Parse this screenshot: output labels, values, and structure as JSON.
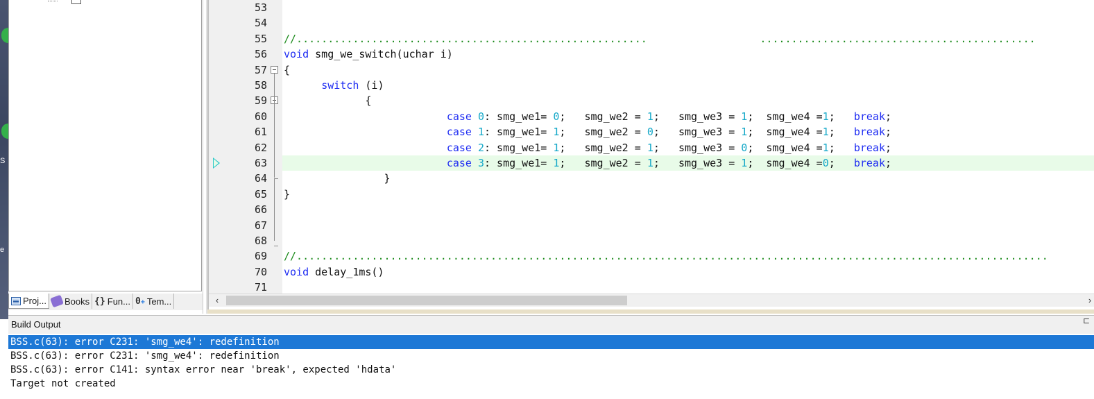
{
  "editor": {
    "lines": [
      {
        "n": "53",
        "html": []
      },
      {
        "n": "54",
        "html": []
      },
      {
        "n": "55",
        "html": [
          [
            "cmt",
            "//........................................................                  ............................................"
          ]
        ]
      },
      {
        "n": "56",
        "html": [
          [
            "kw",
            "void"
          ],
          [
            "txt",
            " smg_we_switch(uchar i)"
          ]
        ]
      },
      {
        "n": "57",
        "html": [
          [
            "txt",
            "{"
          ]
        ]
      },
      {
        "n": "58",
        "html": [
          [
            "txt",
            "      "
          ],
          [
            "kw",
            "switch"
          ],
          [
            "txt",
            " (i)"
          ]
        ]
      },
      {
        "n": "59",
        "html": [
          [
            "txt",
            "             {"
          ]
        ]
      },
      {
        "n": "60",
        "html": [
          [
            "txt",
            "                          "
          ],
          [
            "kw",
            "case"
          ],
          [
            "txt",
            " "
          ],
          [
            "num",
            "0"
          ],
          [
            "txt",
            ": smg_we1= "
          ],
          [
            "num",
            "0"
          ],
          [
            "txt",
            ";   smg_we2 = "
          ],
          [
            "num",
            "1"
          ],
          [
            "txt",
            ";   smg_we3 = "
          ],
          [
            "num",
            "1"
          ],
          [
            "txt",
            ";  smg_we4 ="
          ],
          [
            "num",
            "1"
          ],
          [
            "txt",
            ";   "
          ],
          [
            "kw",
            "break"
          ],
          [
            "txt",
            ";"
          ]
        ]
      },
      {
        "n": "61",
        "html": [
          [
            "txt",
            "                          "
          ],
          [
            "kw",
            "case"
          ],
          [
            "txt",
            " "
          ],
          [
            "num",
            "1"
          ],
          [
            "txt",
            ": smg_we1= "
          ],
          [
            "num",
            "1"
          ],
          [
            "txt",
            ";   smg_we2 = "
          ],
          [
            "num",
            "0"
          ],
          [
            "txt",
            ";   smg_we3 = "
          ],
          [
            "num",
            "1"
          ],
          [
            "txt",
            ";  smg_we4 ="
          ],
          [
            "num",
            "1"
          ],
          [
            "txt",
            ";   "
          ],
          [
            "kw",
            "break"
          ],
          [
            "txt",
            ";"
          ]
        ]
      },
      {
        "n": "62",
        "html": [
          [
            "txt",
            "                          "
          ],
          [
            "kw",
            "case"
          ],
          [
            "txt",
            " "
          ],
          [
            "num",
            "2"
          ],
          [
            "txt",
            ": smg_we1= "
          ],
          [
            "num",
            "1"
          ],
          [
            "txt",
            ";   smg_we2 = "
          ],
          [
            "num",
            "1"
          ],
          [
            "txt",
            ";   smg_we3 = "
          ],
          [
            "num",
            "0"
          ],
          [
            "txt",
            ";  smg_we4 ="
          ],
          [
            "num",
            "1"
          ],
          [
            "txt",
            ";   "
          ],
          [
            "kw",
            "break"
          ],
          [
            "txt",
            ";"
          ]
        ]
      },
      {
        "n": "63",
        "html": [
          [
            "txt",
            "                          "
          ],
          [
            "kw",
            "case"
          ],
          [
            "txt",
            " "
          ],
          [
            "num",
            "3"
          ],
          [
            "txt",
            ": smg_we1= "
          ],
          [
            "num",
            "1"
          ],
          [
            "txt",
            ";   smg_we2 = "
          ],
          [
            "num",
            "1"
          ],
          [
            "txt",
            ";   smg_we3 = "
          ],
          [
            "num",
            "1"
          ],
          [
            "txt",
            ";  smg_we4 ="
          ],
          [
            "num",
            "0"
          ],
          [
            "txt",
            ";   "
          ],
          [
            "kw",
            "break"
          ],
          [
            "txt",
            ";"
          ]
        ]
      },
      {
        "n": "64",
        "html": [
          [
            "txt",
            "                }"
          ]
        ]
      },
      {
        "n": "65",
        "html": [
          [
            "txt",
            "}"
          ]
        ]
      },
      {
        "n": "66",
        "html": []
      },
      {
        "n": "67",
        "html": []
      },
      {
        "n": "68",
        "html": []
      },
      {
        "n": "69",
        "html": [
          [
            "cmt",
            "//........................................................................................................................"
          ]
        ]
      },
      {
        "n": "70",
        "html": [
          [
            "kw",
            "void"
          ],
          [
            "txt",
            " delay_1ms()"
          ]
        ]
      },
      {
        "n": "71",
        "html": []
      }
    ],
    "current_line": "63"
  },
  "project_tabs": [
    {
      "label": "Proj...",
      "icon": "project-icon"
    },
    {
      "label": "Books",
      "icon": "books-icon"
    },
    {
      "label": "Fun...",
      "icon": "functions-icon"
    },
    {
      "label": "Tem...",
      "icon": "templates-icon"
    }
  ],
  "build_output": {
    "title": "Build Output",
    "lines": [
      "BSS.c(63): error C231: 'smg_we4': redefinition",
      "BSS.c(63): error C231: 'smg_we4': redefinition",
      "BSS.c(63): error C141: syntax error near 'break', expected 'hdata'",
      "Target not created"
    ],
    "selected_index": 0
  },
  "desktop_labels": [
    "S",
    "e"
  ],
  "colors": {
    "keyword": "#1f2df2",
    "number": "#14a8c8",
    "comment": "#1a8a1a",
    "current_line": "#e8fbe8",
    "selection": "#1d78d6"
  }
}
